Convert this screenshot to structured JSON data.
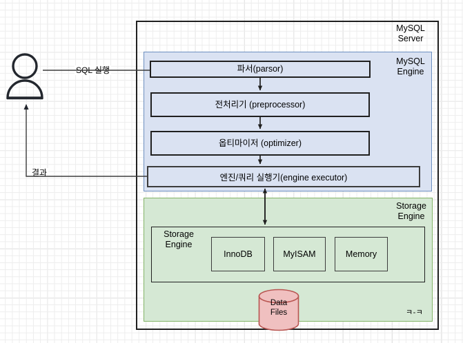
{
  "diagram": {
    "title": "MySQL Server Architecture",
    "colors": {
      "engine_fill": "#dae2f2",
      "engine_stroke": "#6c8ebf",
      "storage_fill": "#d5e8d4",
      "storage_stroke": "#82b366",
      "data_files_fill": "#f0c0c0",
      "data_files_stroke": "#b85450",
      "line": "#1f1f1f",
      "actor": "#23272e",
      "grid_minor": "#ededed",
      "grid_major": "#dcdcdc"
    },
    "actor": {
      "name": "user-actor"
    },
    "server": {
      "label": "MySQL\nServer"
    },
    "engine": {
      "label": "MySQL\nEngine",
      "steps": [
        {
          "name": "parser",
          "text": "파서(parsor)"
        },
        {
          "name": "preprocessor",
          "text": "전처리기\n(preprocessor)"
        },
        {
          "name": "optimizer",
          "text": "옵티마이저\n(optimizer)"
        },
        {
          "name": "engine-executor",
          "text": "엔진/쿼리 실행기(engine executor)"
        }
      ]
    },
    "storage": {
      "label": "Storage\nEngine",
      "inner_label": "Storage\nEngine",
      "engines": [
        {
          "name": "innodb",
          "text": "InnoDB"
        },
        {
          "name": "myisam",
          "text": "MyISAM"
        },
        {
          "name": "memory",
          "text": "Memory"
        }
      ],
      "data_files": "Data\nFiles",
      "footnote": "ㅋ-ㅋ"
    },
    "flows": [
      {
        "name": "sql-execute",
        "label": "SQL 실행"
      },
      {
        "name": "result",
        "label": "결과"
      }
    ]
  }
}
